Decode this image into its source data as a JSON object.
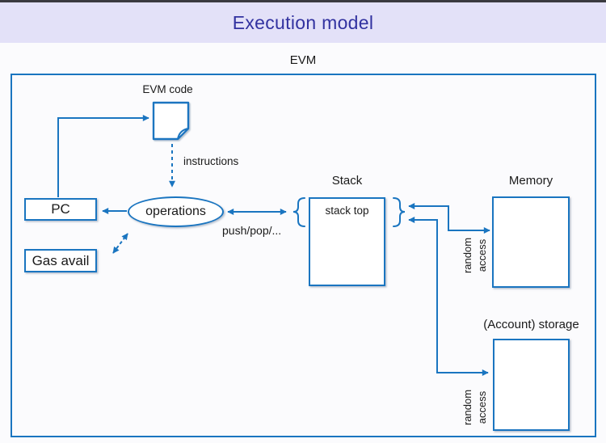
{
  "window": {
    "topbar_color": "#3a3a40",
    "background_color": "#fbfbfd"
  },
  "banner": {
    "title": "Execution model",
    "bg_color": "#e3e1f8",
    "text_color": "#3232a0"
  },
  "diagram": {
    "accent_color": "#1a75c0",
    "container_label": "EVM",
    "nodes": {
      "evm_code": {
        "label": "EVM code",
        "icon": "document-icon"
      },
      "pc": {
        "label": "PC"
      },
      "gas": {
        "label": "Gas avail"
      },
      "operations": {
        "label": "operations"
      },
      "stack": {
        "label": "Stack",
        "top_label": "stack top"
      },
      "memory": {
        "label": "Memory"
      },
      "storage": {
        "label": "(Account) storage"
      }
    },
    "edge_labels": {
      "instructions": "instructions",
      "push_pop": "push/pop/...",
      "random_access_memory": "random access",
      "random_access_storage": "random access"
    }
  }
}
